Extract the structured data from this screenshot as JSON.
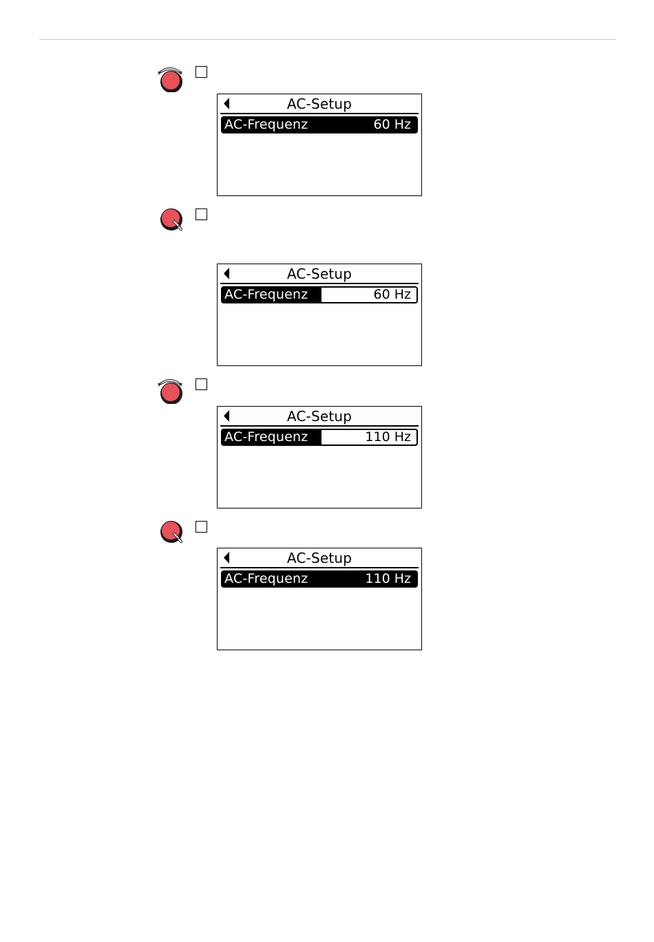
{
  "icons": {
    "knob_turn": "rotary-knob-turn-icon",
    "knob_press": "rotary-knob-press-icon",
    "back": "back-arrow-icon"
  },
  "colors": {
    "knob_fill": "#e8505a",
    "knob_ring": "#1a1a1a",
    "rule": "#c8c8c8",
    "lcd_fg": "#000000",
    "lcd_bg": "#ffffff"
  },
  "steps": [
    {
      "action": "turn",
      "screen": {
        "title": "AC-Setup",
        "label": "AC-Frequenz",
        "value": "60 Hz",
        "editing": false
      }
    },
    {
      "action": "press",
      "screen": {
        "title": "AC-Setup",
        "label": "AC-Frequenz",
        "value": "60 Hz",
        "editing": true
      }
    },
    {
      "action": "turn",
      "screen": {
        "title": "AC-Setup",
        "label": "AC-Frequenz",
        "value": "110 Hz",
        "editing": true
      }
    },
    {
      "action": "press",
      "screen": {
        "title": "AC-Setup",
        "label": "AC-Frequenz",
        "value": "110 Hz",
        "editing": false
      }
    }
  ]
}
